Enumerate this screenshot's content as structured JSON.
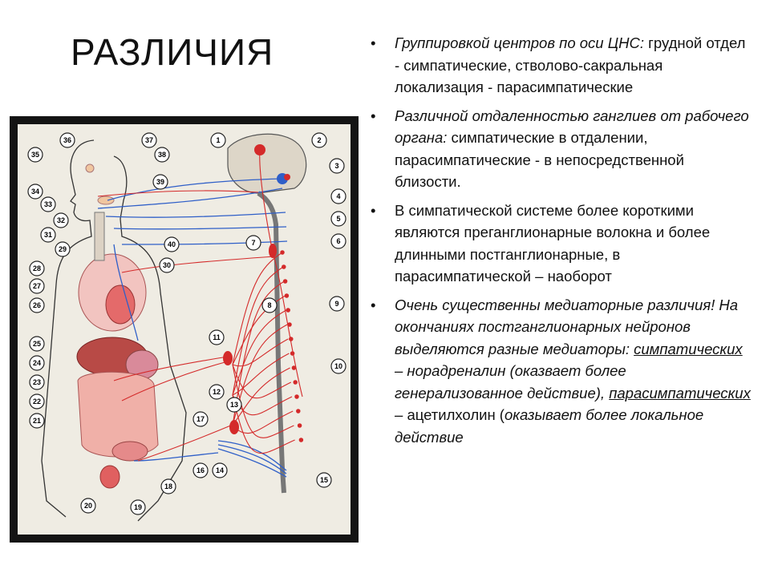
{
  "slide": {
    "title": "РАЗЛИЧИЯ",
    "bullet_char": "•",
    "bullets": [
      {
        "lead": "Группировкой центров по оси ЦНС:",
        "text": " грудной отдел - симпатические, стволово-сакральная локализация - парасимпатические"
      },
      {
        "lead": "Различной отдаленностью ганглиев от рабочего органа:",
        "text": " симпатические в отдалении, парасимпатические - в непосредственной близости."
      },
      {
        "text": "В симпатической системе более короткими являются преганглионарные волокна и более длинными постганглионарные, в парасимпатической – наоборот"
      },
      {
        "p1": "Очень существенны медиаторные различия! На окончаниях постганглионарных нейронов выделяются разные медиаторы: ",
        "u1": "симпатических",
        "p2": " – норадреналин (оказвает более генерализованное действие), ",
        "u2": "парасимпатических",
        "p3": " – ",
        "p4": "ацетилхолин (",
        "p5": "оказывает более локальное действие"
      }
    ]
  },
  "figure": {
    "colors": {
      "sympathetic": "#d42a2a",
      "parasympathetic": "#2f5fc8",
      "frame": "#141414",
      "panel": "#efece3"
    },
    "labels": [
      "1",
      "2",
      "3",
      "4",
      "5",
      "6",
      "7",
      "8",
      "9",
      "10",
      "11",
      "12",
      "13",
      "14",
      "15",
      "16",
      "17",
      "18",
      "19",
      "20",
      "21",
      "22",
      "23",
      "24",
      "25",
      "26",
      "27",
      "28",
      "29",
      "30",
      "31",
      "32",
      "33",
      "34",
      "35",
      "36",
      "37",
      "38",
      "39",
      "40"
    ]
  }
}
